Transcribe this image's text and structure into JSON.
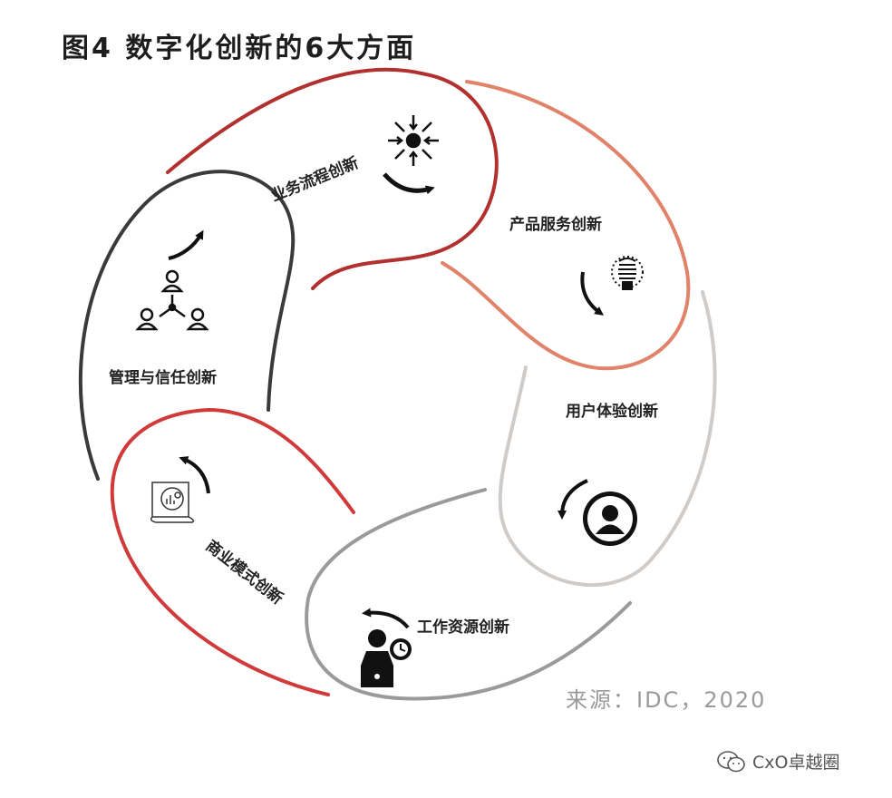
{
  "title": "图4 数字化创新的6大方面",
  "segments": [
    {
      "label": "业务流程创新",
      "color": "#b2302e",
      "icon": "process-arrows-icon"
    },
    {
      "label": "产品服务创新",
      "color": "#e0836a",
      "icon": "lightbulb-icon"
    },
    {
      "label": "用户体验创新",
      "color": "#cfcbc8",
      "icon": "user-circle-icon"
    },
    {
      "label": "工作资源创新",
      "color": "#9a9a9a",
      "icon": "worker-clock-icon"
    },
    {
      "label": "商业模式创新",
      "color": "#d13a3a",
      "icon": "business-model-icon"
    },
    {
      "label": "管理与信任创新",
      "color": "#3a3a3a",
      "icon": "people-network-icon"
    }
  ],
  "source": "来源：IDC，2020",
  "watermark": "CxO卓越圈"
}
